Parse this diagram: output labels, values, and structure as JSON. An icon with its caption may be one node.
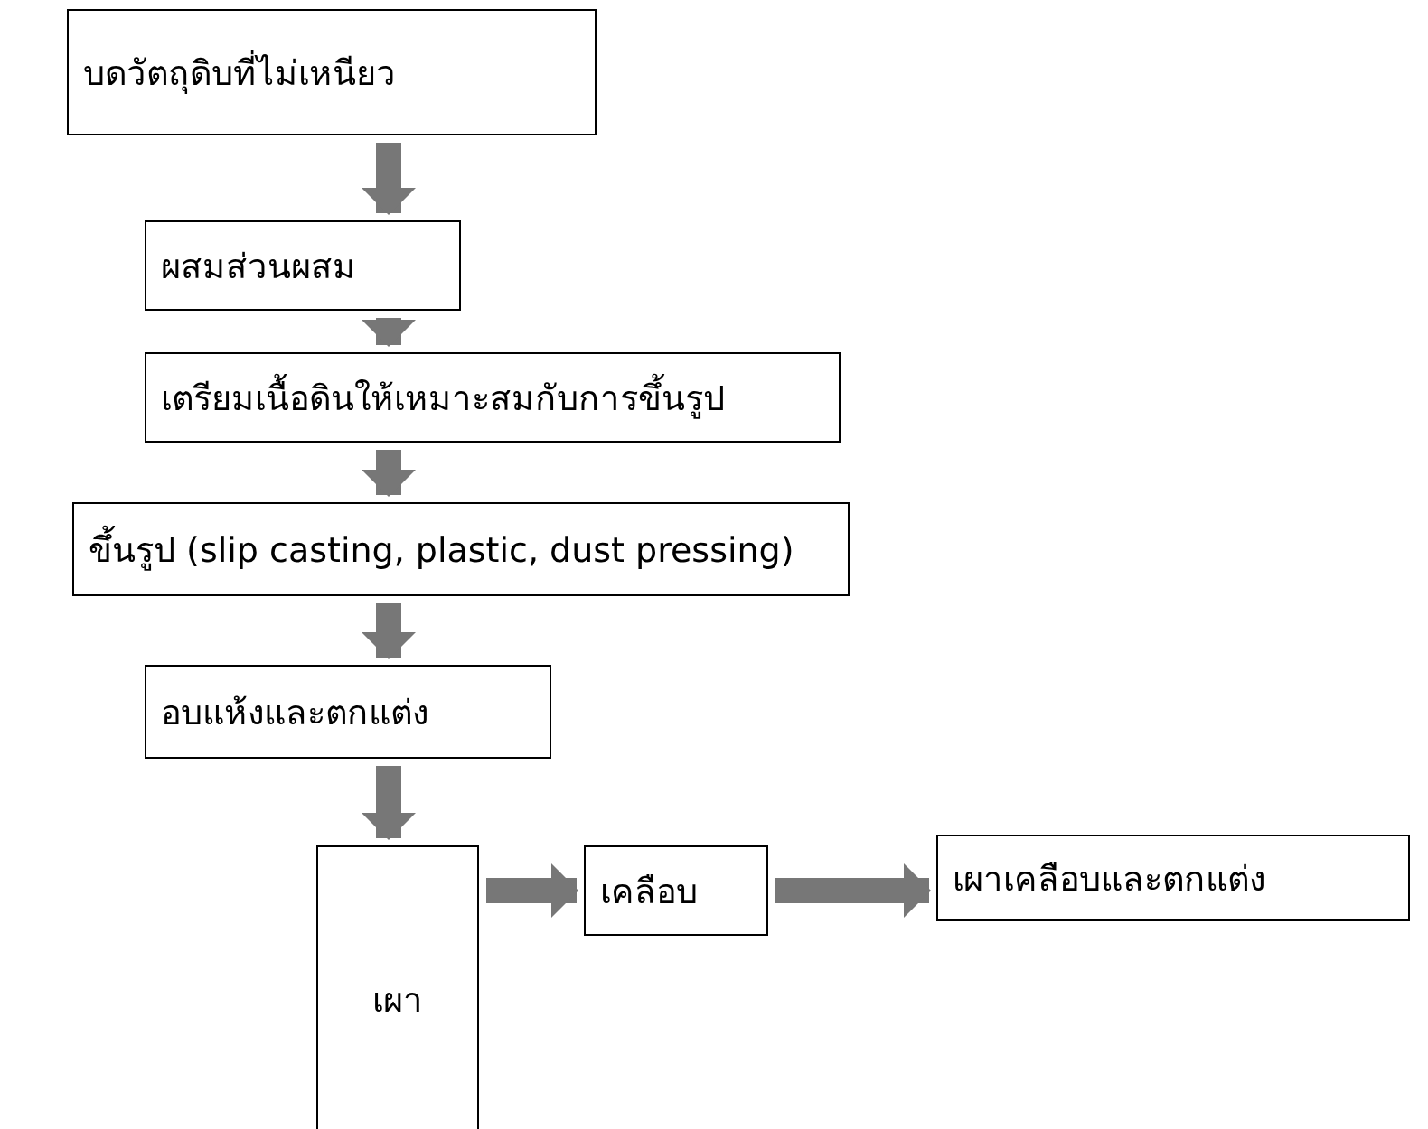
{
  "diagram": {
    "nodes": [
      {
        "text": [
          "บดวัตถุดิบที่ไม่เหนียว"
        ]
      },
      {
        "text": [
          "ผสมส่วนผสม"
        ]
      },
      {
        "text": [
          "เตรียมเนื้อดินให้เหมาะสมกับการขึ้นรูป"
        ]
      },
      {
        "text": [
          "ขึ้นรูป (slip casting, plastic, dust pressing)"
        ]
      },
      {
        "text": [
          "อบแห้งและตกแต่ง"
        ]
      },
      {
        "text": [
          "เผา"
        ]
      },
      {
        "text": [
          "เคลือบ"
        ]
      },
      {
        "text": [
          "เผาเคลือบและตกแต่ง"
        ]
      }
    ],
    "edges": [
      {
        "from": 0,
        "to": 1,
        "arrow": "to"
      },
      {
        "from": 1,
        "to": 2,
        "arrow": "to"
      },
      {
        "from": 2,
        "to": 3,
        "arrow": "to"
      },
      {
        "from": 3,
        "to": 4,
        "arrow": "to"
      },
      {
        "from": 4,
        "to": 5,
        "arrow": "to"
      },
      {
        "from": 5,
        "to": 6,
        "arrow": "to"
      },
      {
        "from": 6,
        "to": 7,
        "arrow": "to"
      }
    ]
  }
}
